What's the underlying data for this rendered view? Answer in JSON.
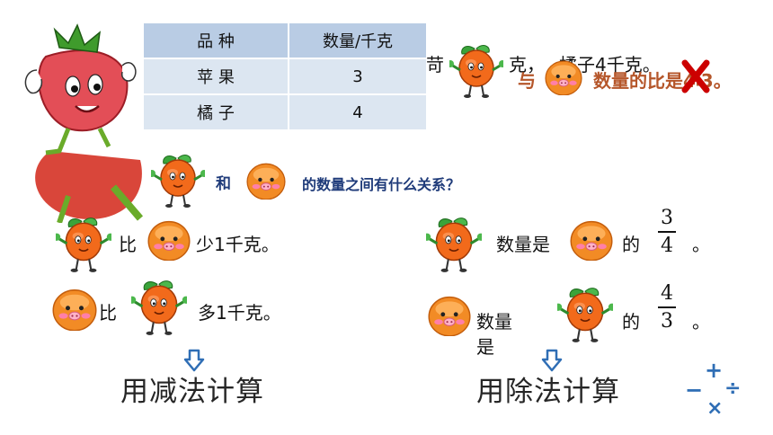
{
  "table": {
    "headers": [
      "品  种",
      "数量/千克"
    ],
    "rows": [
      [
        "苹  果",
        "3"
      ],
      [
        "橘  子",
        "4"
      ]
    ]
  },
  "top_line": {
    "frag_a": "苛",
    "frag_b": "克，",
    "frag_c": "橘子4千克。",
    "wrong_a": "与",
    "wrong_b": "数量的比是4∶3。"
  },
  "question": {
    "and_word": "和",
    "text": "的数量之间有什么关系？"
  },
  "left": {
    "line1_a": "比",
    "line1_b": "少1千克。",
    "line2_a": "比",
    "line2_b": "多1千克。",
    "method": "用减法计算"
  },
  "right": {
    "line1_a": "数量是",
    "line1_b": "的",
    "frac1_num": "3",
    "frac1_den": "4",
    "period": "。",
    "line2_a": "数量",
    "line2_b": "是",
    "line2_c": "的",
    "frac2_num": "4",
    "frac2_den": "3",
    "method": "用除法计算"
  },
  "ops": {
    "plus": "+",
    "minus": "−",
    "times": "×",
    "divide": "÷"
  },
  "colors": {
    "orange_text": "#b5562a",
    "cross": "#cc0000",
    "op_blue": "#2f6eb5",
    "table_header": "#b9cce4",
    "table_row": "#dce6f1"
  }
}
